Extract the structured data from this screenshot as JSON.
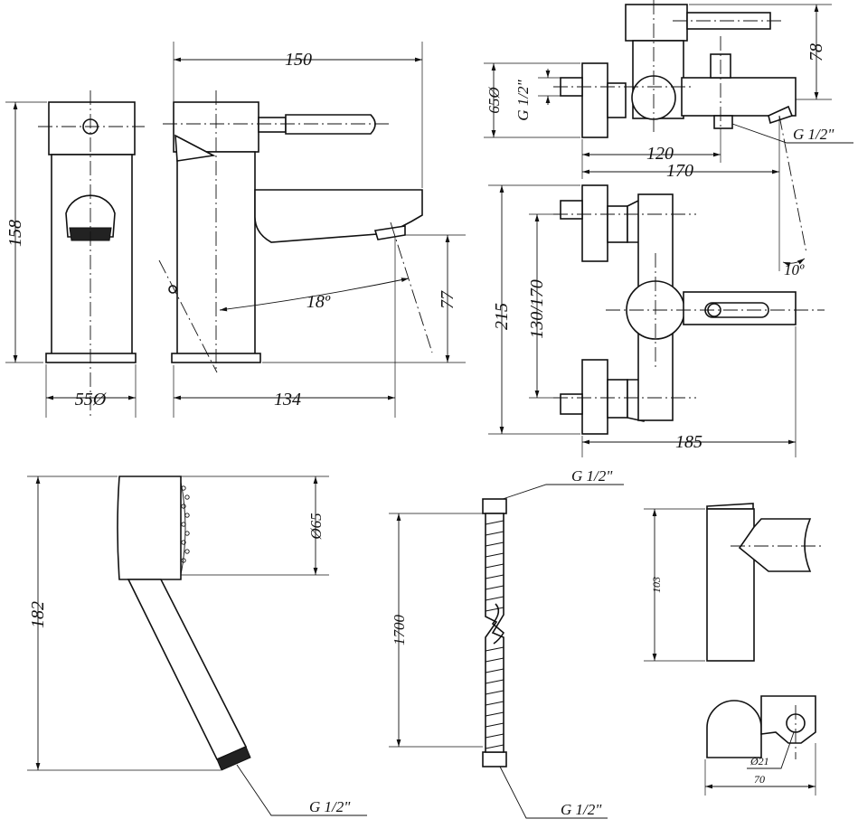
{
  "basin_mixer": {
    "height": "158",
    "width": "150",
    "base_diameter": "55Ø",
    "depth": "134",
    "spout_height": "77",
    "angle": "18º"
  },
  "bath_mixer": {
    "top_height": "78",
    "inlet_diameter": "65Ø",
    "inlet_thread": "G 1/2\"",
    "outlet_thread": "G 1/2\"",
    "spout_span": "120",
    "total_span": "170",
    "angle": "10º",
    "height": "215",
    "centers": "130/170",
    "width": "185"
  },
  "hand_shower": {
    "length": "182",
    "head_diameter": "Ø65",
    "thread": "G 1/2\""
  },
  "hose": {
    "top_thread": "G 1/2\"",
    "length": "1700",
    "bottom_thread": "G 1/2\""
  },
  "holder": {
    "height": "103",
    "bore": "Ø21",
    "depth": "70"
  }
}
